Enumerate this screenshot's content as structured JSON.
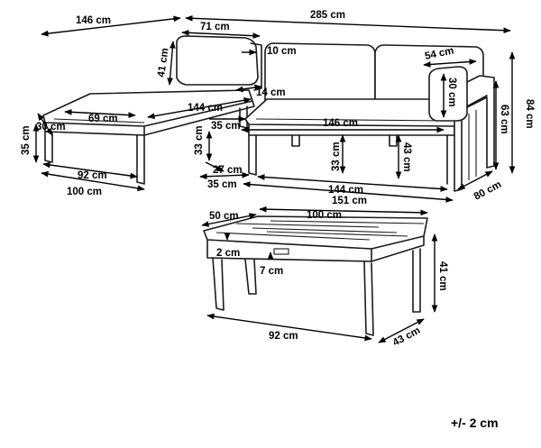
{
  "labels": {
    "d146a": "146 cm",
    "d285": "285 cm",
    "d71": "71 cm",
    "d10": "10 cm",
    "d41a": "41 cm",
    "d54": "54 cm",
    "d84": "84 cm",
    "d30a": "30 cm",
    "d63": "63 cm",
    "d14": "14 cm",
    "d144a": "144 cm",
    "d69": "69 cm",
    "d30b": "30 cm",
    "d35a": "35 cm",
    "d35b": "35 cm",
    "d146b": "146 cm",
    "d33a": "33 cm",
    "d33b": "33 cm",
    "d43a": "43 cm",
    "d27": "27 cm",
    "d35c": "35 cm",
    "d92a": "92 cm",
    "d100a": "100 cm",
    "d144b": "144 cm",
    "d151": "151 cm",
    "d80": "80 cm",
    "d50": "50 cm",
    "d100b": "100 cm",
    "d2": "2 cm",
    "d7": "7 cm",
    "d41b": "41 cm",
    "d92b": "92 cm",
    "d43b": "43 cm"
  },
  "tolerance": "+/- 2 cm"
}
